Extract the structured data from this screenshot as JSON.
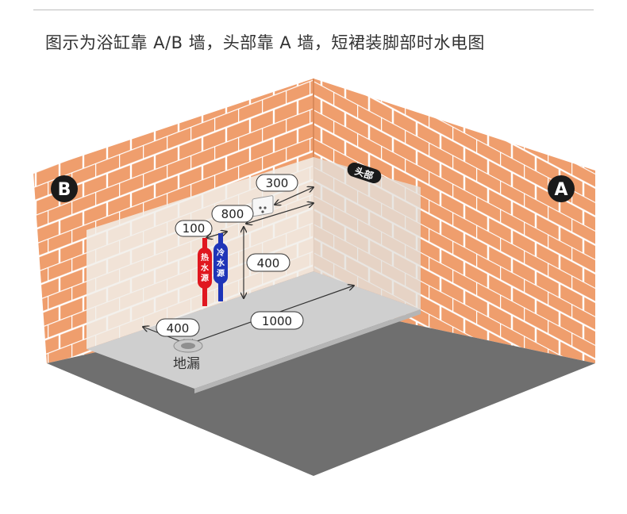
{
  "header": {
    "title": "图示为浴缸靠 A/B 墙，头部靠 A 墙，短裙装脚部时水电图"
  },
  "walls": {
    "left_label": "B",
    "right_label": "A"
  },
  "head_tag": "头部",
  "dimensions": {
    "d300": "300",
    "d800": "800",
    "d100": "100",
    "d400_height": "400",
    "d1000": "1000",
    "d400_drain": "400"
  },
  "pipes": {
    "hot_label": [
      "热",
      "水",
      "源"
    ],
    "cold_label": [
      "冷",
      "水",
      "源"
    ]
  },
  "drain_label": "地漏",
  "colors": {
    "brick": "#ef9e6d",
    "mortar": "#ffffff",
    "floor": "#707070",
    "tub": "#d9d9d9",
    "hot_pipe": "#e0171f",
    "cold_pipe": "#1f35b8",
    "badge": "#1a1a1a"
  }
}
